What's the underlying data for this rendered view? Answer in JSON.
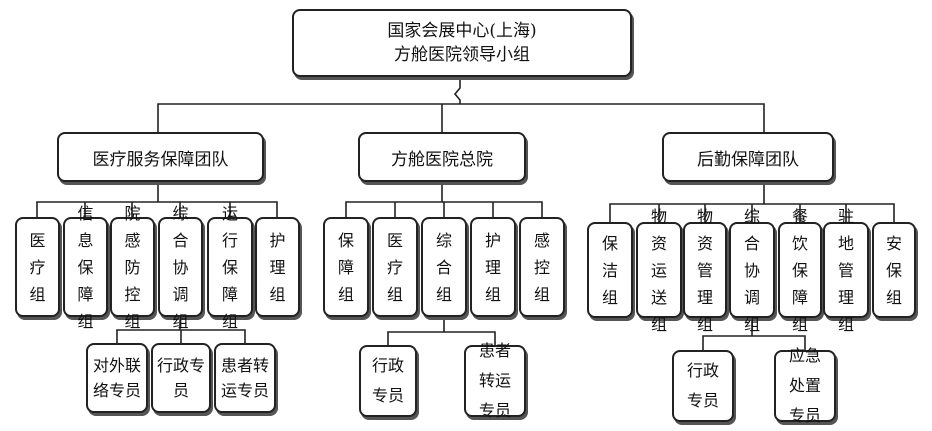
{
  "root": {
    "lines": [
      "国家会展中心(上海)",
      "方舱医院领导小组"
    ]
  },
  "teams": [
    {
      "label": "医疗服务保障团队",
      "groups": [
        "医疗组",
        "信息保障组",
        "院感防控组",
        "综合协调组",
        "运行保障组",
        "护理组"
      ],
      "subgroups": [
        "对外联络专员",
        "行政专员",
        "患者转运专员"
      ]
    },
    {
      "label": "方舱医院总院",
      "groups": [
        "保障组",
        "医疗组",
        "综合组",
        "护理组",
        "感控组"
      ],
      "subgroups": [
        "行政专员",
        "患者转运专员"
      ]
    },
    {
      "label": "后勤保障团队",
      "groups": [
        "保洁组",
        "物资运送组",
        "物资管理组",
        "综合协调组",
        "餐饮保障组",
        "驻地管理组",
        "安保组"
      ],
      "subgroups": [
        "行政专员",
        "应急处置专员"
      ]
    }
  ]
}
